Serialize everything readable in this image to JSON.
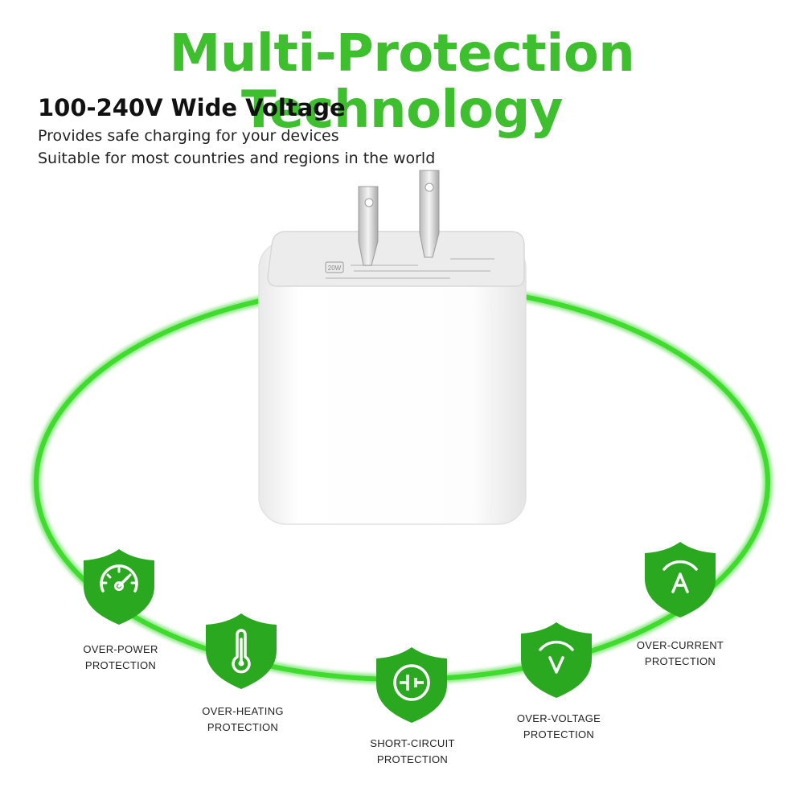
{
  "header": {
    "title": "Multi-Protection Technology",
    "voltage_heading": "100-240V Wide Voltage",
    "line_1": "Provides safe charging for your devices",
    "line_2": "Suitable for most countries and regions in the world"
  },
  "product": {
    "plate_label": "20W"
  },
  "colors": {
    "accent_green": "#3dbf2e",
    "badge_green": "#2aa81f",
    "ring_green": "#39d42a"
  },
  "protections": [
    {
      "icon": "gauge-icon",
      "line1": "OVER-POWER",
      "line2": "PROTECTION"
    },
    {
      "icon": "thermometer-icon",
      "line1": "OVER-HEATING",
      "line2": "PROTECTION"
    },
    {
      "icon": "circuit-icon",
      "line1": "SHORT-CIRCUIT",
      "line2": "PROTECTION"
    },
    {
      "icon": "voltage-icon",
      "line1": "OVER-VOLTAGE",
      "line2": "PROTECTION"
    },
    {
      "icon": "ampere-icon",
      "line1": "OVER-CURRENT",
      "line2": "PROTECTION"
    }
  ]
}
